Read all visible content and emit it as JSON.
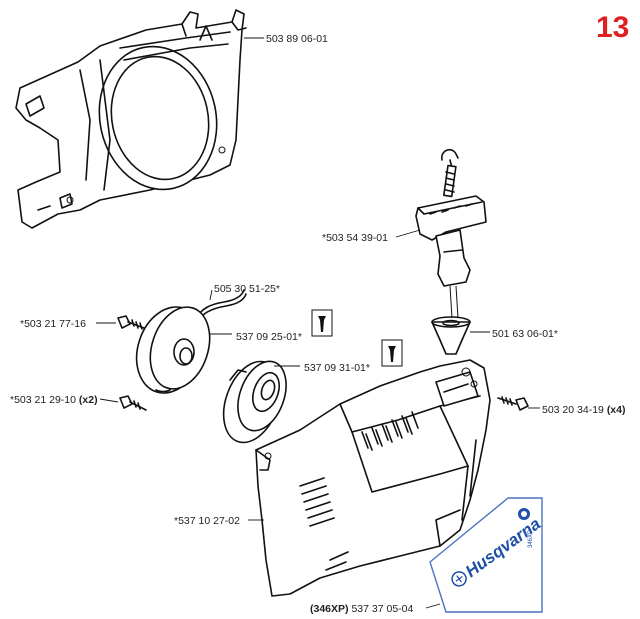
{
  "page_number": "13",
  "parts": [
    {
      "id": "housing-bracket",
      "number": "503 89 06-01",
      "qty": ""
    },
    {
      "id": "starter-handle",
      "number": "*503 54 39-01",
      "qty": ""
    },
    {
      "id": "starter-cord",
      "number": "505 30 51-25*",
      "qty": ""
    },
    {
      "id": "screw-left",
      "number": "*503 21 77-16",
      "qty": ""
    },
    {
      "id": "starter-pulley",
      "number": "537 09 25-01*",
      "qty": ""
    },
    {
      "id": "rope-guide",
      "number": "501 63 06-01*",
      "qty": ""
    },
    {
      "id": "recoil-spring",
      "number": "537 09 31-01*",
      "qty": ""
    },
    {
      "id": "screw-pair",
      "number": "*503 21 29-10",
      "qty": "(x2)"
    },
    {
      "id": "screw-quad",
      "number": "503 20 34-19",
      "qty": "(x4)"
    },
    {
      "id": "starter-cover",
      "number": "*537 10 27-02",
      "qty": ""
    },
    {
      "id": "decal",
      "number": "537 37 05-04",
      "qty": "(346XP)"
    }
  ],
  "decal_brand": "Husqvarna",
  "decal_small_text": "346XP",
  "icons": [
    "wrench-icon",
    "wrench-icon"
  ],
  "colors": {
    "page_number": "#e02020",
    "brand": "#1f4fa8",
    "line": "#111111"
  }
}
